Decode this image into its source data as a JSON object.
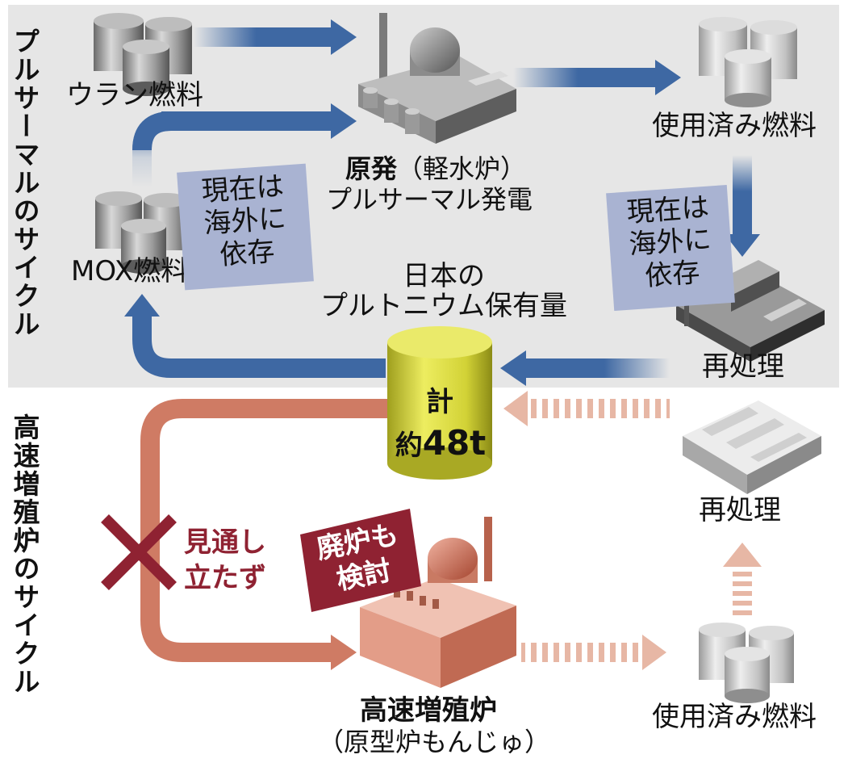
{
  "pluthermal": {
    "cycle_title": "プルサーマルのサイクル",
    "uranium_fuel": "ウラン燃料",
    "reactor_name": "原発",
    "reactor_type": "（軽水炉）",
    "reactor_sub": "プルサーマル発電",
    "spent_fuel": "使用済み燃料",
    "mox_fuel": "MOX燃料",
    "overseas_left": [
      "現在は",
      "海外に",
      "依存"
    ],
    "overseas_right": [
      "現在は",
      "海外に",
      "依存"
    ],
    "reprocessing": "再処理",
    "stock_title": [
      "日本の",
      "プルトニウム保有量"
    ],
    "stock_total_label": "計",
    "stock_total_prefix": "約",
    "stock_total_value": "48t"
  },
  "fbr": {
    "cycle_title": "高速増殖炉のサイクル",
    "no_prospect": [
      "見通し",
      "立たず"
    ],
    "decommission": [
      "廃炉も",
      "検討"
    ],
    "reactor_name": "高速増殖炉",
    "reactor_sub": "（原型炉もんじゅ）",
    "reprocessing": "再処理",
    "spent_fuel": "使用済み燃料"
  },
  "colors": {
    "top_panel": "#e6e6e6",
    "blue_arrow": "#3e68a3",
    "salmon_arrow": "#cf7b64",
    "dashed_arrow": "#e7b7a5",
    "yellow_cylinder": "#d8d83a",
    "dark_red": "#8f2232",
    "note_box": "#a9b3d2"
  }
}
